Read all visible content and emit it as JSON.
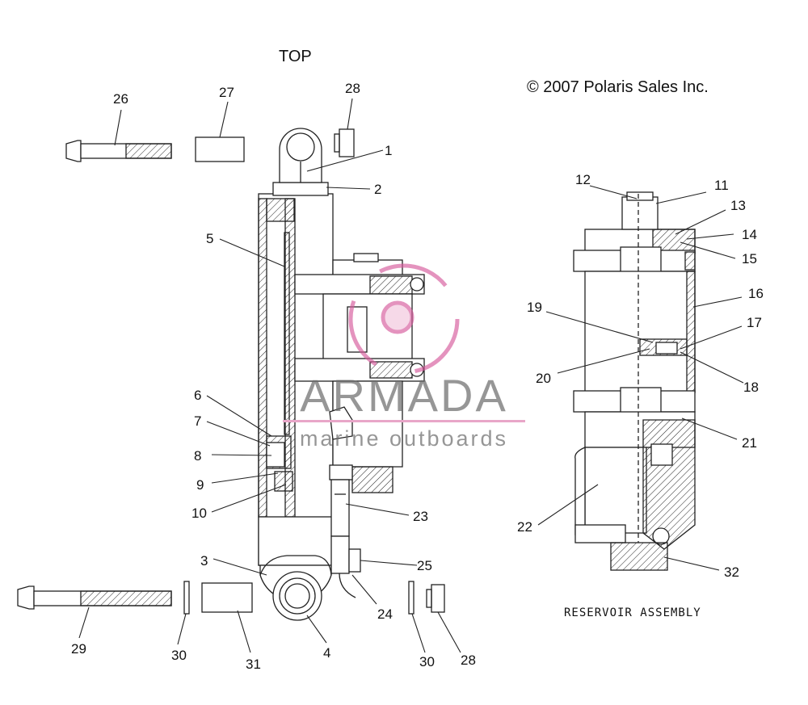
{
  "labels": {
    "top": "TOP",
    "copyright": "© 2007 Polaris Sales Inc.",
    "reservoir": "RESERVOIR ASSEMBLY"
  },
  "callouts": [
    "1",
    "2",
    "3",
    "4",
    "5",
    "6",
    "7",
    "8",
    "9",
    "10",
    "11",
    "12",
    "13",
    "14",
    "15",
    "16",
    "17",
    "18",
    "19",
    "20",
    "21",
    "22",
    "23",
    "24",
    "25",
    "26",
    "27",
    "28",
    "29",
    "30",
    "31",
    "32"
  ],
  "watermark": {
    "brand": "ARMADA",
    "tagline": "marine outboards",
    "logo_color": "#d65a9c",
    "bar_color": "#e8a6c8"
  }
}
